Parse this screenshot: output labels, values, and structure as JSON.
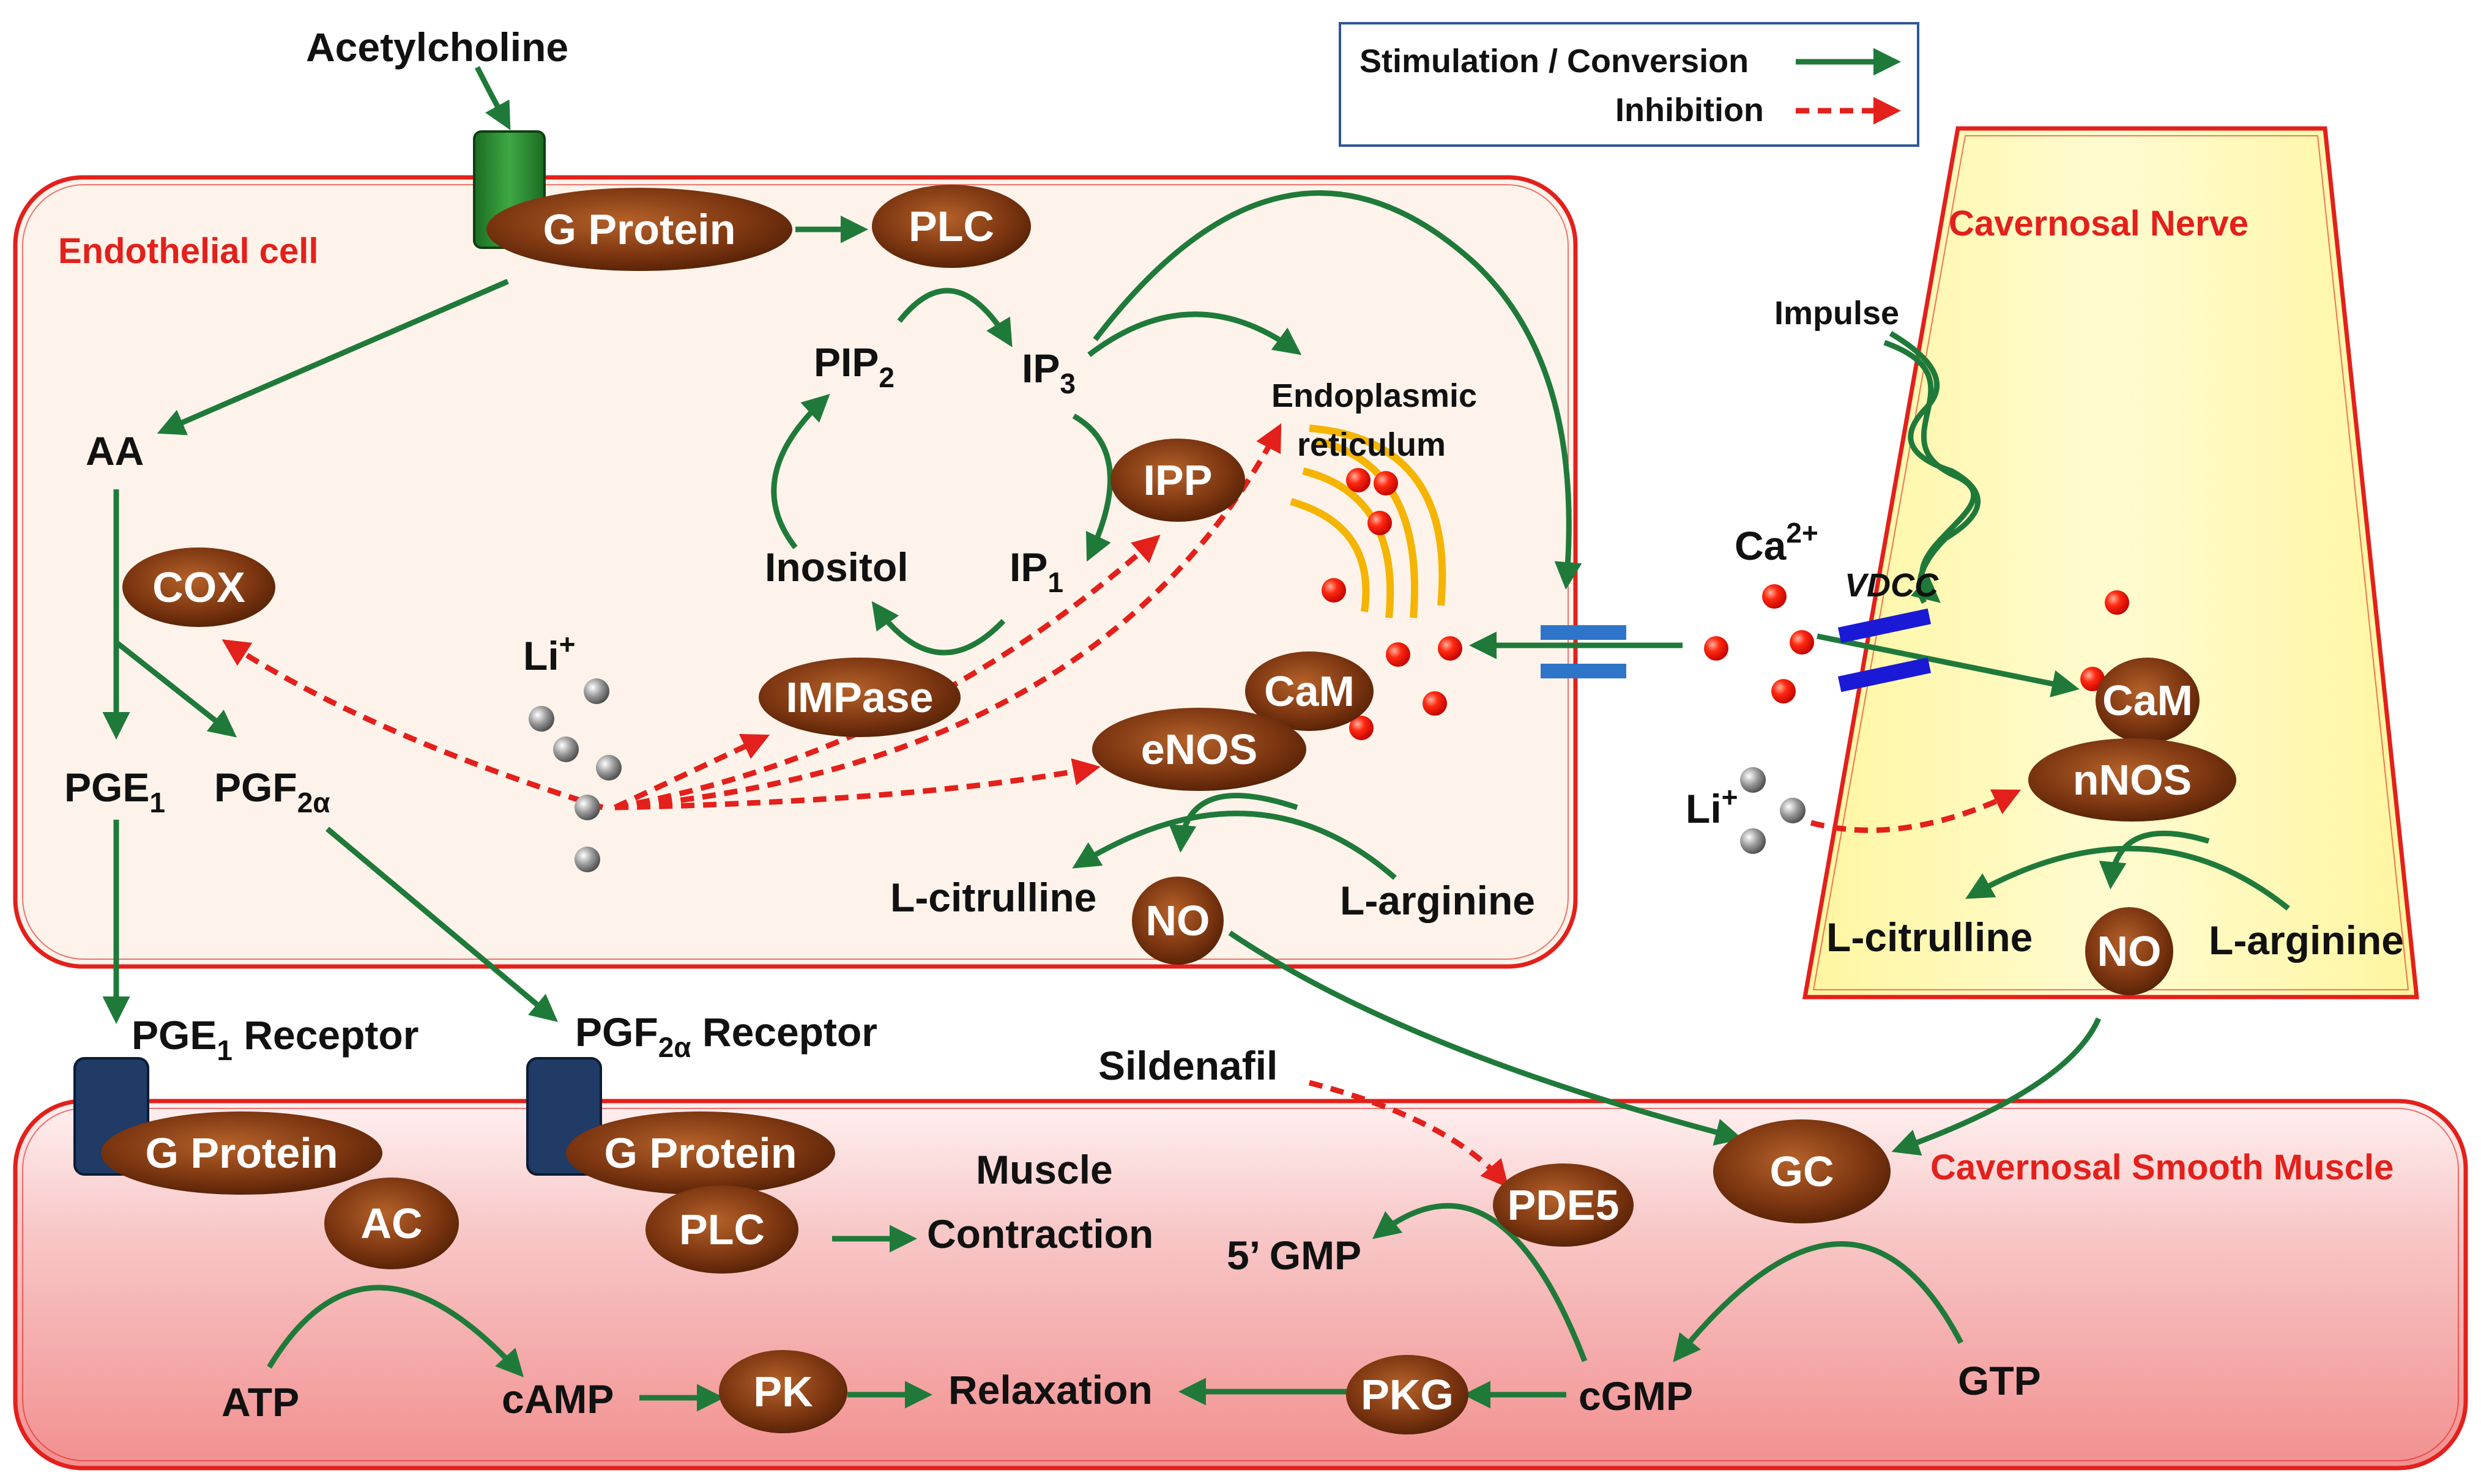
{
  "legend": {
    "stimulation": "Stimulation / Conversion",
    "inhibition": "Inhibition"
  },
  "colors": {
    "stimulation": "#1f7a3a",
    "inhibition": "#e3201b",
    "enzyme": "#7b3510",
    "endothelial": "#fdf3ea",
    "nerve": "#fff8a8",
    "muscle": "#f8c8c8"
  },
  "regions": {
    "endothelial": "Endothelial cell",
    "nerve": "Cavernosal Nerve",
    "muscle": "Cavernosal Smooth Muscle"
  },
  "labels": {
    "acetylcholine": "Acetylcholine",
    "aa": "AA",
    "pip": "PIP",
    "pip_sub": "2",
    "ip3": "IP",
    "ip3_sub": "3",
    "ip1": "IP",
    "ip1_sub": "1",
    "inositol": "Inositol",
    "li_endo": "Li",
    "li_sup": "+",
    "er1": "Endoplasmic",
    "er2": "reticulum",
    "pge": "PGE",
    "pge_sub": "1",
    "pgf": "PGF",
    "pgf_sub": "2α",
    "citrulline_endo": "L-citrulline",
    "arginine_endo": "L-arginine",
    "impulse": "Impulse",
    "ca": "Ca",
    "ca_sup": "2+",
    "vdcc": "VDCC",
    "li_nerve": "Li",
    "li_nerve_sup": "+",
    "citrulline_nerve": "L-citrulline",
    "arginine_nerve": "L-arginine",
    "pge_receptor_a": "PGE",
    "pge_receptor_sub": "1",
    "pge_receptor_b": " Receptor",
    "pgf_receptor_a": "PGF",
    "pgf_receptor_sub": "2α",
    "pgf_receptor_b": " Receptor",
    "sildenafil": "Sildenafil",
    "muscle1": "Muscle",
    "muscle2": "Contraction",
    "gmp5": "5’ GMP",
    "atp": "ATP",
    "camp": "cAMP",
    "relaxation": "Relaxation",
    "cgmp": "cGMP",
    "gtp": "GTP"
  },
  "enzymes": {
    "gprotein_top": "G Protein",
    "plc_top": "PLC",
    "ipp": "IPP",
    "cox": "COX",
    "impase": "IMPase",
    "cam_endo": "CaM",
    "enos": "eNOS",
    "no_endo": "NO",
    "cam_nerve": "CaM",
    "nnos": "nNOS",
    "no_nerve": "NO",
    "gprotein_pge": "G Protein",
    "ac": "AC",
    "gprotein_pgf": "G Protein",
    "plc_bottom": "PLC",
    "pde5": "PDE5",
    "gc": "GC",
    "pk": "PK",
    "pkg": "PKG"
  }
}
